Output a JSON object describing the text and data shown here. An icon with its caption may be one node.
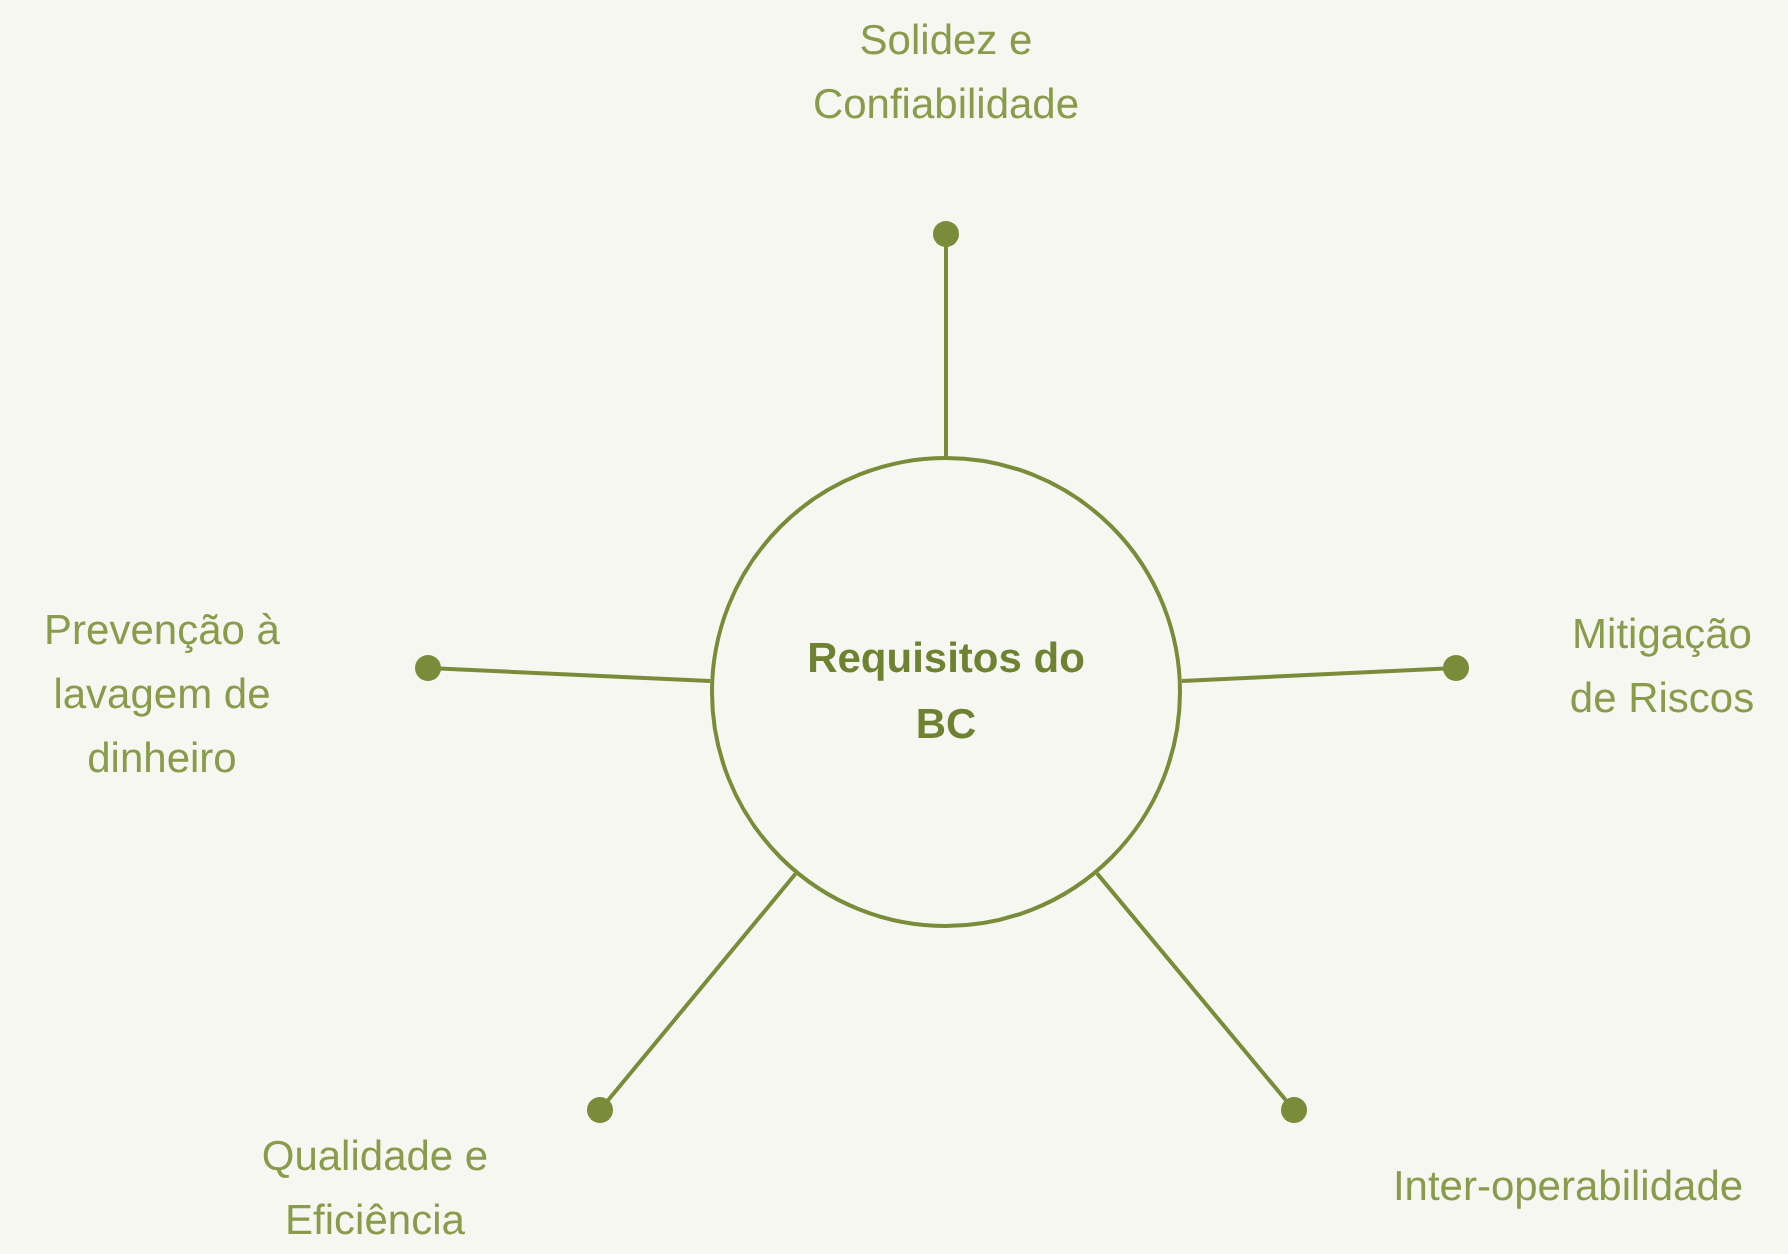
{
  "diagram": {
    "nodes": [
      {
        "text": [
          "Requisitos do BC"
        ]
      },
      {
        "text": [
          "Solidez e Confiabilidade"
        ]
      },
      {
        "text": [
          "Mitigação de Riscos"
        ]
      },
      {
        "text": [
          "Inter-operabilidade"
        ]
      },
      {
        "text": [
          "Qualidade e Eficiência"
        ]
      },
      {
        "text": [
          "Prevenção à lavagem de dinheiro"
        ]
      }
    ],
    "edges": [
      {
        "from": 0,
        "to": 1,
        "arrow": "other"
      },
      {
        "from": 0,
        "to": 2,
        "arrow": "other"
      },
      {
        "from": 0,
        "to": 3,
        "arrow": "other"
      },
      {
        "from": 0,
        "to": 4,
        "arrow": "other"
      },
      {
        "from": 0,
        "to": 5,
        "arrow": "other"
      }
    ]
  }
}
